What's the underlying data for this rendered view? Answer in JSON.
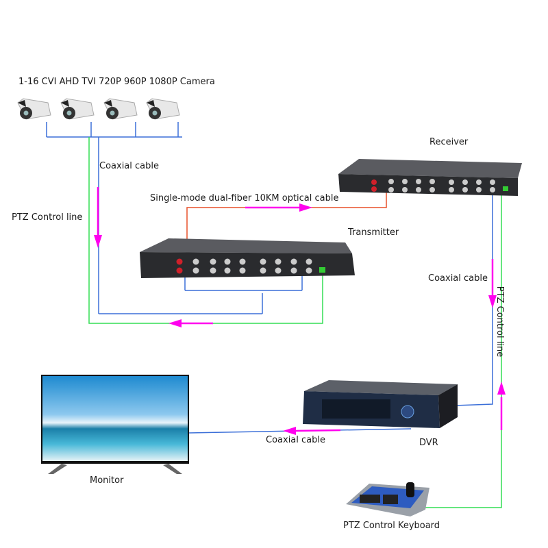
{
  "labels": {
    "camera_title": "1-16 CVI AHD TVI 720P 960P 1080P Camera",
    "receiver": "Receiver",
    "transmitter": "Transmitter",
    "optical_cable": "Single-mode dual-fiber 10KM optical cable",
    "coax_top": "Coaxial cable",
    "ptz_left": "PTZ Control line",
    "coax_right": "Coaxial cable",
    "ptz_right": "PTZ Control line",
    "dvr": "DVR",
    "coax_bottom": "Coaxial cable",
    "monitor": "Monitor",
    "keyboard": "PTZ Control Keyboard"
  },
  "colors": {
    "coax": "#3b6fd8",
    "ptz": "#33dd55",
    "fiber": "#e8502a",
    "arrow": "#ff00ee",
    "device_dark": "#2a2b2e"
  },
  "cameras": [
    {
      "name": "camera-1"
    },
    {
      "name": "camera-2"
    },
    {
      "name": "camera-3"
    },
    {
      "name": "camera-4"
    }
  ]
}
